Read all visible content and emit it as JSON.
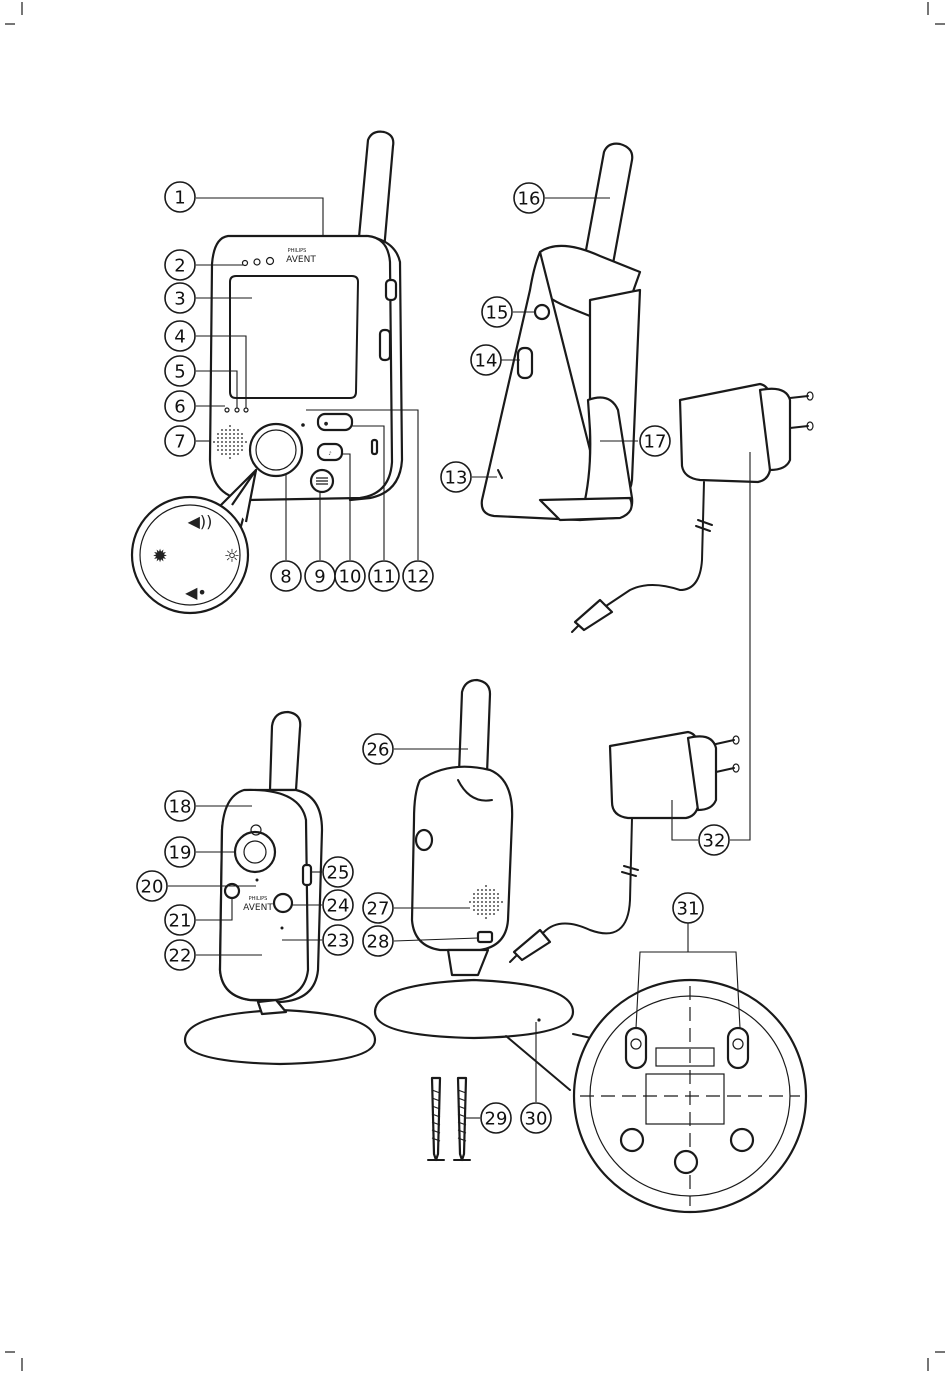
{
  "callouts": [
    {
      "n": "1"
    },
    {
      "n": "2"
    },
    {
      "n": "3"
    },
    {
      "n": "4"
    },
    {
      "n": "5"
    },
    {
      "n": "6"
    },
    {
      "n": "7"
    },
    {
      "n": "8"
    },
    {
      "n": "9"
    },
    {
      "n": "10"
    },
    {
      "n": "11"
    },
    {
      "n": "12"
    },
    {
      "n": "13"
    },
    {
      "n": "14"
    },
    {
      "n": "15"
    },
    {
      "n": "16"
    },
    {
      "n": "17"
    },
    {
      "n": "18"
    },
    {
      "n": "19"
    },
    {
      "n": "20"
    },
    {
      "n": "21"
    },
    {
      "n": "22"
    },
    {
      "n": "23"
    },
    {
      "n": "24"
    },
    {
      "n": "25"
    },
    {
      "n": "26"
    },
    {
      "n": "27"
    },
    {
      "n": "28"
    },
    {
      "n": "29"
    },
    {
      "n": "30"
    },
    {
      "n": "31"
    },
    {
      "n": "32"
    }
  ],
  "logos": {
    "parent_brand": "PHILIPS",
    "parent_product": "AVENT",
    "baby_brand": "PHILIPS",
    "baby_product": "AVENT"
  },
  "icons": {
    "volume_up": "volume-up-icon",
    "volume_down": "volume-down-icon",
    "brightness_down": "brightness-low-icon",
    "brightness_up": "brightness-high-icon",
    "talk": "microphone-icon",
    "lullaby": "music-note-icon",
    "menu": "menu-icon",
    "power": "power-icon",
    "night_light": "night-light-icon"
  }
}
